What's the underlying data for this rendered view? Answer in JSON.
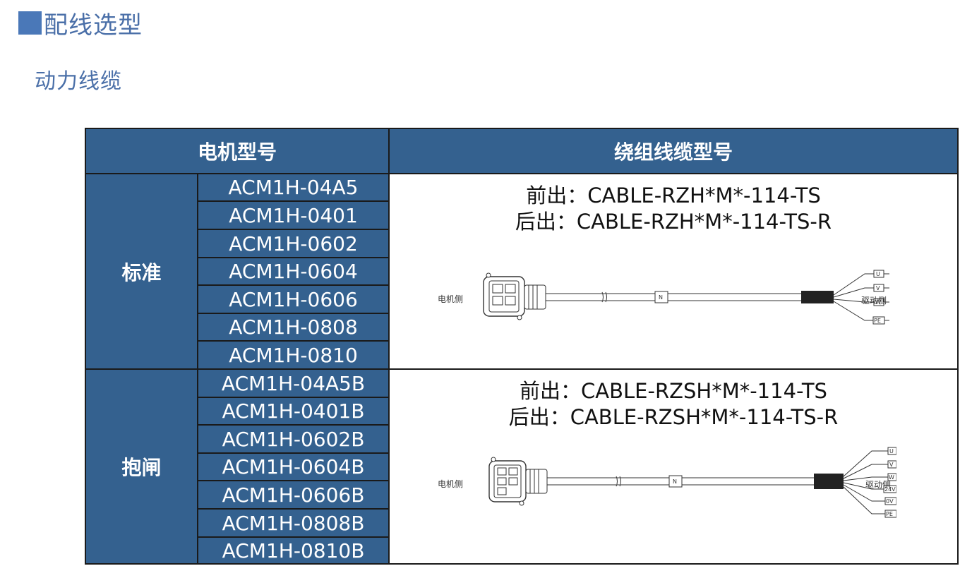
{
  "section": {
    "title": "配线选型"
  },
  "subtitle": "动力线缆",
  "table": {
    "headers": {
      "motor_model": "电机型号",
      "cable_model": "绕组线缆型号"
    },
    "groups": [
      {
        "category": "标准",
        "models": [
          "ACM1H-04A5",
          "ACM1H-0401",
          "ACM1H-0602",
          "ACM1H-0604",
          "ACM1H-0606",
          "ACM1H-0808",
          "ACM1H-0810"
        ],
        "cable_front": "前出：CABLE-RZH*M*-114-TS",
        "cable_rear": "后出：CABLE-RZH*M*-114-TS-R",
        "diagram": {
          "motor_side": "电机侧",
          "drive_side": "驱动侧",
          "marker": "N",
          "pins": [
            "U",
            "V",
            "W",
            "PE"
          ]
        }
      },
      {
        "category": "抱闸",
        "models": [
          "ACM1H-04A5B",
          "ACM1H-0401B",
          "ACM1H-0602B",
          "ACM1H-0604B",
          "ACM1H-0606B",
          "ACM1H-0808B",
          "ACM1H-0810B"
        ],
        "cable_front": "前出：CABLE-RZSH*M*-114-TS",
        "cable_rear": "后出：CABLE-RZSH*M*-114-TS-R",
        "diagram": {
          "motor_side": "电机侧",
          "drive_side": "驱动侧",
          "marker": "N",
          "pins": [
            "U",
            "V",
            "W",
            "24V",
            "0V",
            "PE"
          ]
        }
      }
    ]
  },
  "colors": {
    "header_bg": "#34618f",
    "title_blue": "#4a6fa8",
    "border": "#1a1a1a"
  }
}
